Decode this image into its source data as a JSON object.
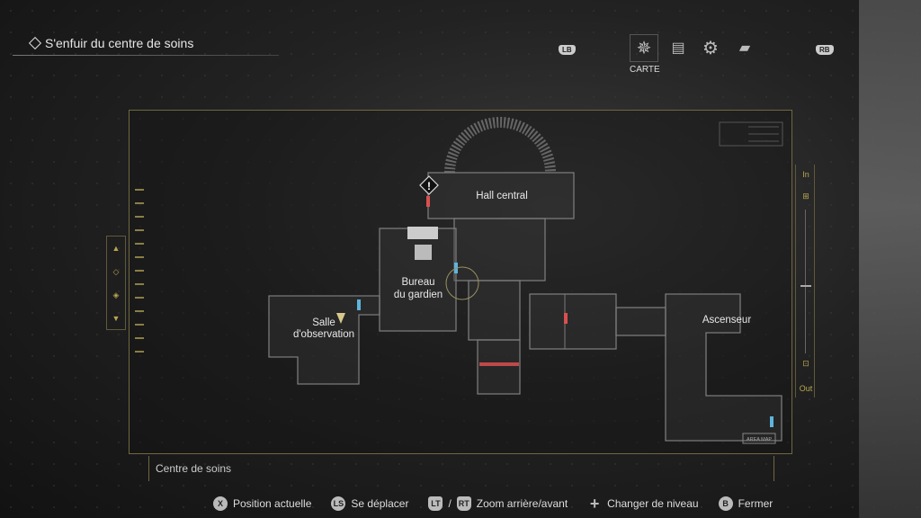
{
  "objective": {
    "icon": "diamond-icon",
    "text": "S'enfuir du centre de soins"
  },
  "tabs": {
    "lb": "LB",
    "rb": "RB",
    "selected_label": "CARTE",
    "items": [
      {
        "icon": "compass-icon"
      },
      {
        "icon": "inventory-icon"
      },
      {
        "icon": "gears-icon"
      },
      {
        "icon": "files-icon"
      }
    ]
  },
  "map": {
    "rooms": {
      "hall": "Hall central",
      "bureau_1": "Bureau",
      "bureau_2": "du gardien",
      "salle_1": "Salle",
      "salle_2": "d'observation",
      "ascenseur": "Ascenseur"
    },
    "area_map_label": "AREA MAP",
    "zoom": {
      "in": "In",
      "out": "Out"
    },
    "area_name": "Centre de soins",
    "door_colors": {
      "locked": "#d9504f",
      "unlocked": "#5fb4dc"
    },
    "player_color": "#d8c98a",
    "frame_color": "#6f6840"
  },
  "footer": [
    {
      "button": "X",
      "label": "Position actuelle"
    },
    {
      "button": "LS",
      "label": "Se déplacer"
    },
    {
      "button": "LT",
      "sep": "/",
      "button2": "RT",
      "label": "Zoom arrière/avant"
    },
    {
      "button": "+",
      "label": "Changer de niveau"
    },
    {
      "button": "B",
      "label": "Fermer"
    }
  ]
}
